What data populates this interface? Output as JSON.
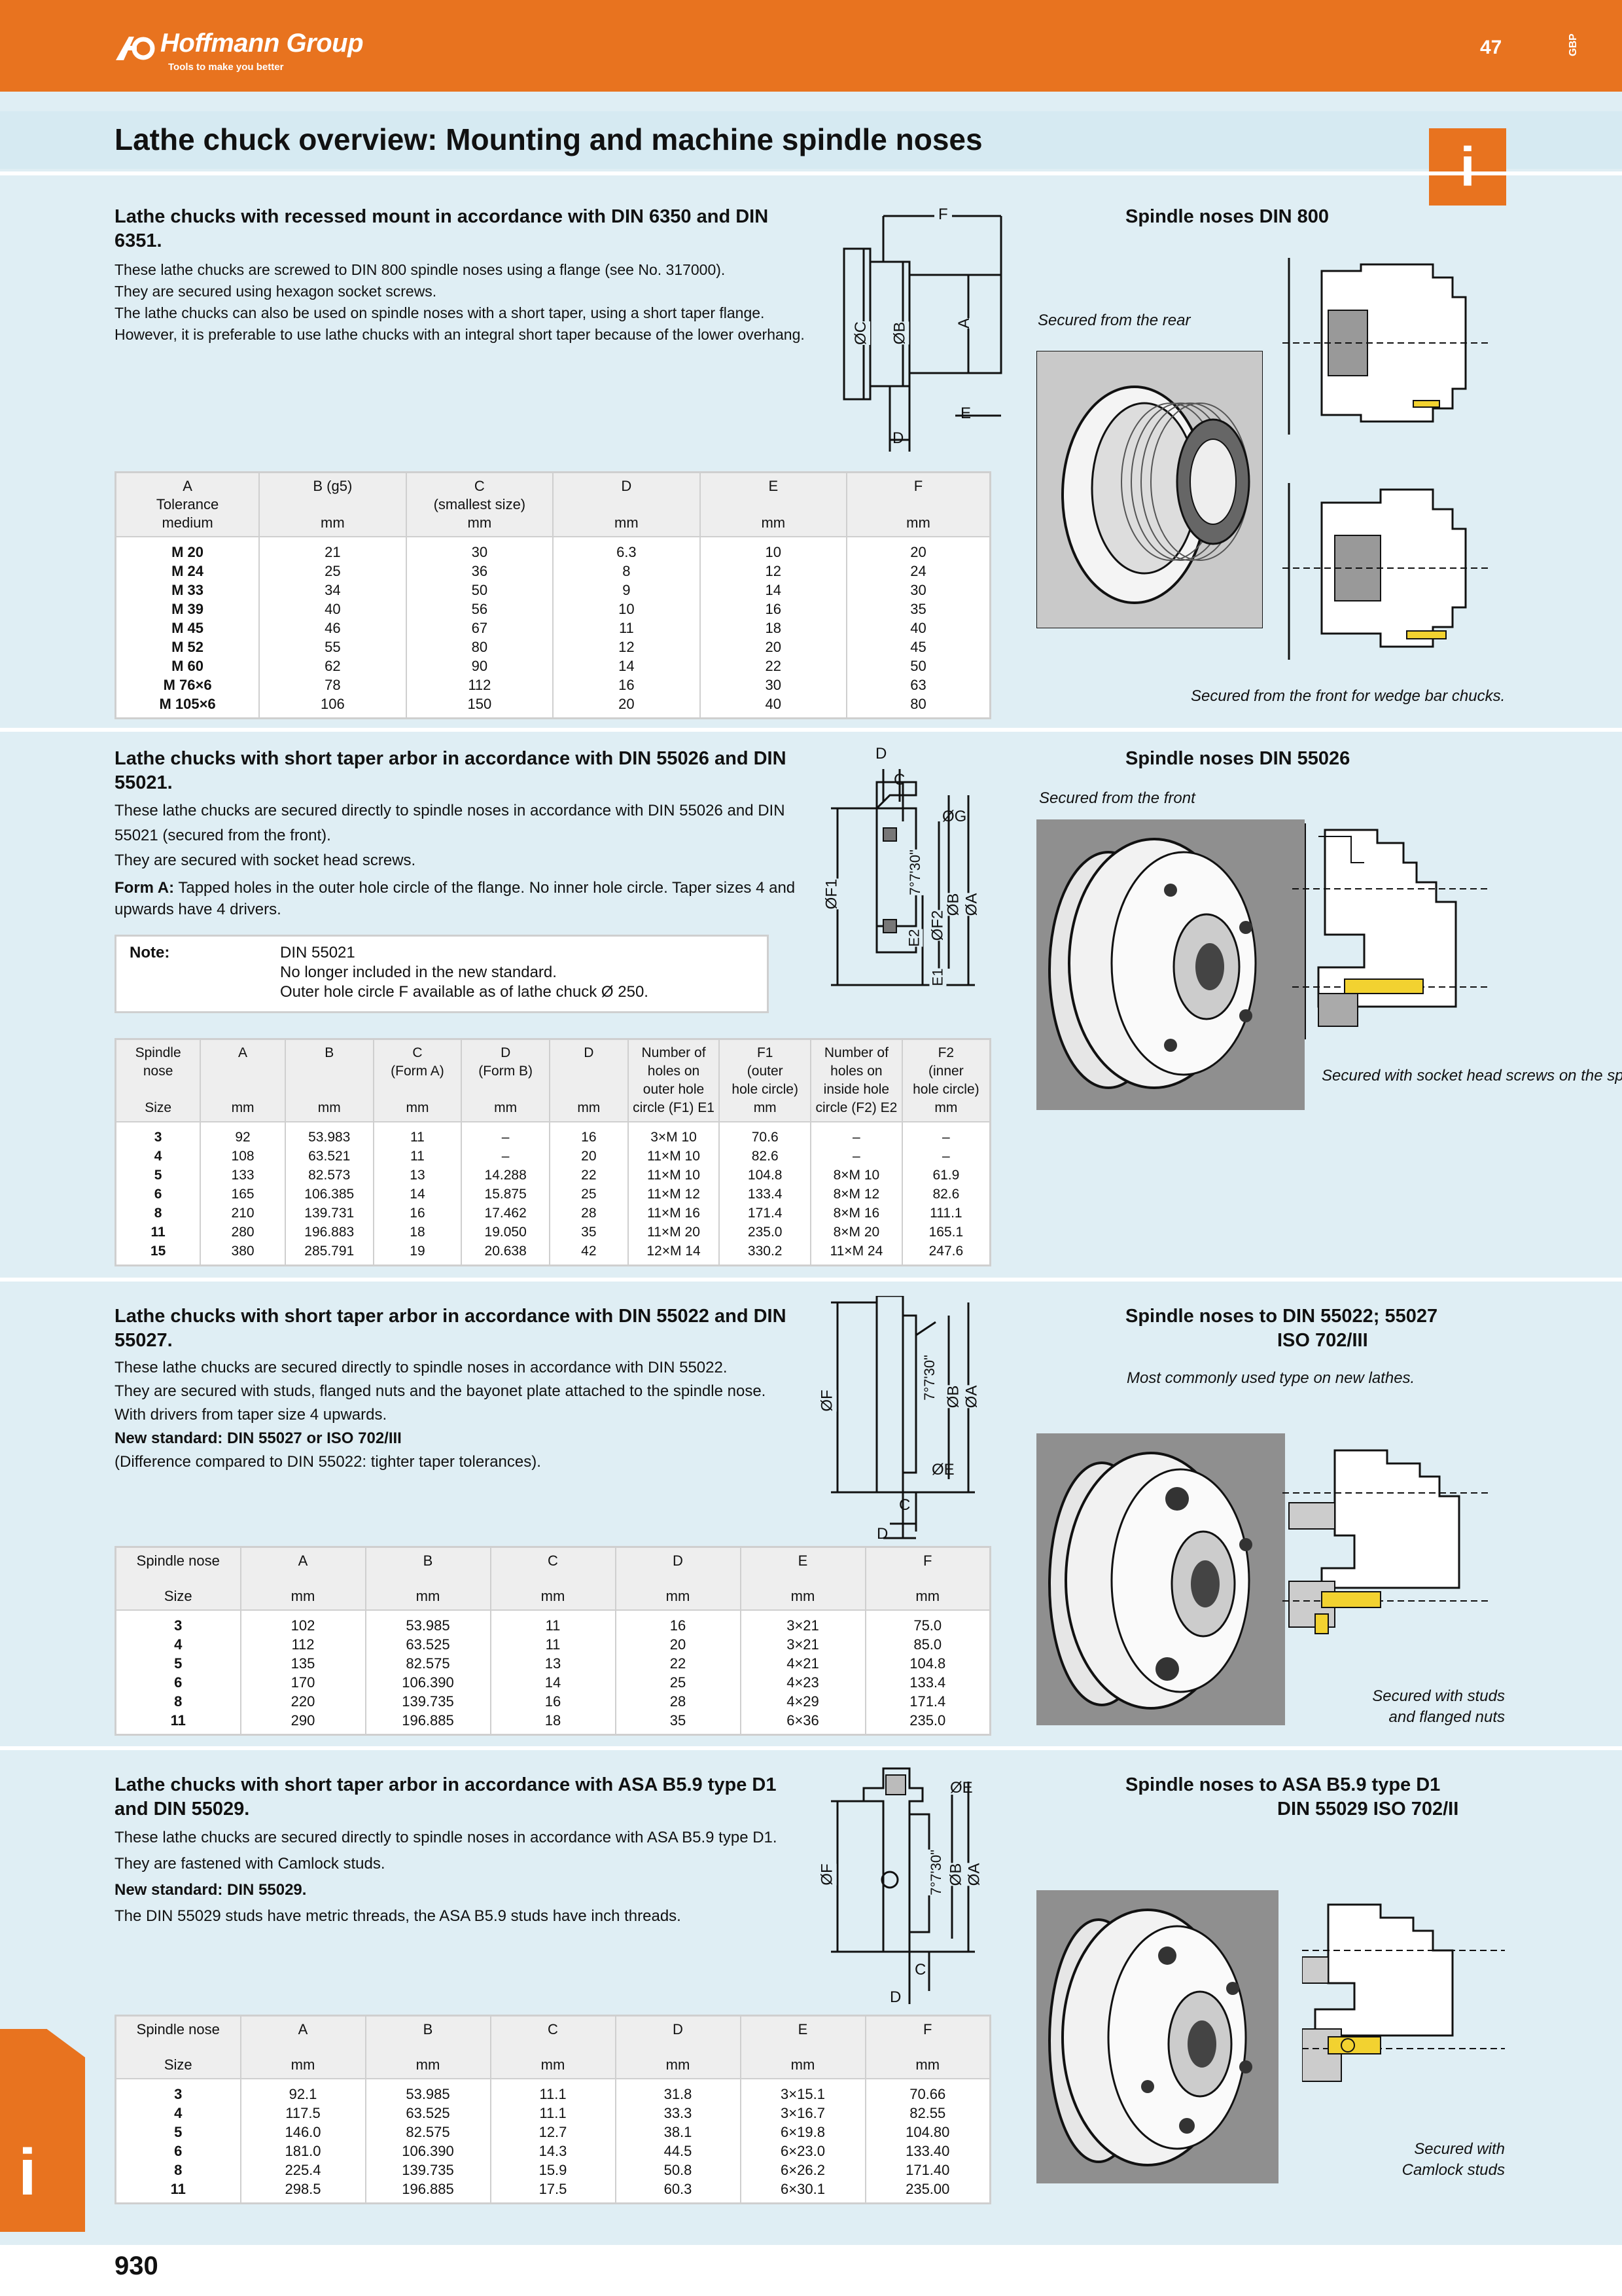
{
  "header": {
    "brand": "Hoffmann Group",
    "tagline": "Tools to make you better",
    "page_number": "47",
    "region": "GBP"
  },
  "title": "Lathe chuck overview: Mounting and machine spindle noses",
  "info_icon": "i",
  "sections": [
    {
      "heading": "Lathe chucks with recessed mount in accordance with DIN 6350 and DIN 6351.",
      "paragraphs": [
        "These lathe chucks are screwed to DIN 800 spindle noses using a flange (see No. 317000).",
        "They are secured using hexagon socket screws.",
        "The lathe chucks can also be used on spindle noses with a short taper, using a short taper flange. However, it is preferable to use lathe chucks with an integral short taper because of the lower overhang."
      ],
      "diagram_labels": [
        "F",
        "ØC",
        "ØB",
        "A",
        "E",
        "D"
      ],
      "right_heading": "Spindle noses DIN 800",
      "captions": [
        "Secured from the rear",
        "Secured from the front for wedge bar chucks."
      ],
      "table": {
        "headers": [
          [
            "A",
            "Tolerance",
            "medium"
          ],
          [
            "B (g5)",
            "",
            "mm"
          ],
          [
            "C",
            "(smallest size)",
            "mm"
          ],
          [
            "D",
            "",
            "mm"
          ],
          [
            "E",
            "",
            "mm"
          ],
          [
            "F",
            "",
            "mm"
          ]
        ],
        "rows": [
          [
            "M 20",
            "21",
            "30",
            "6.3",
            "10",
            "20"
          ],
          [
            "M 24",
            "25",
            "36",
            "8",
            "12",
            "24"
          ],
          [
            "M 33",
            "34",
            "50",
            "9",
            "14",
            "30"
          ],
          [
            "M 39",
            "40",
            "56",
            "10",
            "16",
            "35"
          ],
          [
            "M 45",
            "46",
            "67",
            "11",
            "18",
            "40"
          ],
          [
            "M 52",
            "55",
            "80",
            "12",
            "20",
            "45"
          ],
          [
            "M 60",
            "62",
            "90",
            "14",
            "22",
            "50"
          ],
          [
            "M 76×6",
            "78",
            "112",
            "16",
            "30",
            "63"
          ],
          [
            "M 105×6",
            "106",
            "150",
            "20",
            "40",
            "80"
          ]
        ]
      }
    },
    {
      "heading": "Lathe chucks with short taper arbor in accordance with DIN 55026 and DIN 55021.",
      "paragraphs": [
        "These lathe chucks are secured directly to spindle noses in accordance with DIN 55026 and DIN 55021 (secured from the front).",
        "They are secured with socket head screws."
      ],
      "form_a_label": "Form A:",
      "form_a_text": "Tapped holes in the outer hole circle of the flange. No inner hole circle. Taper sizes 4 and upwards have 4 drivers.",
      "note": {
        "label": "Note:",
        "lines": [
          "DIN 55021",
          "No longer included in the new standard.",
          "Outer hole circle F available as of lathe chuck Ø 250."
        ]
      },
      "diagram_labels": [
        "D",
        "C",
        "ØG",
        "ØF1",
        "7°7'30\"",
        "ØF2",
        "ØB",
        "ØA",
        "E2",
        "E1"
      ],
      "right_heading": "Spindle noses DIN 55026",
      "captions": [
        "Secured from the front",
        "Secured with socket head screws on the spindle nose."
      ],
      "table": {
        "headers": [
          [
            "Spindle",
            "nose",
            "",
            "Size"
          ],
          [
            "A",
            "",
            "",
            "mm"
          ],
          [
            "B",
            "",
            "",
            "mm"
          ],
          [
            "C",
            "(Form A)",
            "",
            "mm"
          ],
          [
            "D",
            "(Form B)",
            "",
            "mm"
          ],
          [
            "D",
            "",
            "",
            "mm"
          ],
          [
            "Number of",
            "holes on",
            "outer hole",
            "circle (F1) E1"
          ],
          [
            "F1",
            "(outer",
            "hole circle)",
            "mm"
          ],
          [
            "Number of",
            "holes on",
            "inside hole",
            "circle (F2) E2"
          ],
          [
            "F2",
            "(inner",
            "hole circle)",
            "mm"
          ]
        ],
        "rows": [
          [
            "3",
            "92",
            "53.983",
            "11",
            "–",
            "16",
            "3×M 10",
            "70.6",
            "–",
            "–"
          ],
          [
            "4",
            "108",
            "63.521",
            "11",
            "–",
            "20",
            "11×M 10",
            "82.6",
            "–",
            "–"
          ],
          [
            "5",
            "133",
            "82.573",
            "13",
            "14.288",
            "22",
            "11×M 10",
            "104.8",
            "8×M 10",
            "61.9"
          ],
          [
            "6",
            "165",
            "106.385",
            "14",
            "15.875",
            "25",
            "11×M 12",
            "133.4",
            "8×M 12",
            "82.6"
          ],
          [
            "8",
            "210",
            "139.731",
            "16",
            "17.462",
            "28",
            "11×M 16",
            "171.4",
            "8×M 16",
            "111.1"
          ],
          [
            "11",
            "280",
            "196.883",
            "18",
            "19.050",
            "35",
            "11×M 20",
            "235.0",
            "8×M 20",
            "165.1"
          ],
          [
            "15",
            "380",
            "285.791",
            "19",
            "20.638",
            "42",
            "12×M 14",
            "330.2",
            "11×M 24",
            "247.6"
          ]
        ]
      }
    },
    {
      "heading": "Lathe chucks with short taper arbor in accordance with DIN 55022 and DIN 55027.",
      "paragraphs": [
        "These lathe chucks are secured directly to spindle noses in accordance with DIN 55022.",
        "They are secured with studs, flanged nuts and the bayonet plate attached to the spindle nose.",
        "With drivers from taper size 4 upwards."
      ],
      "new_standard": "New standard: DIN 55027 or ISO 702/III",
      "extra": "(Difference compared to DIN 55022: tighter taper tolerances).",
      "diagram_labels": [
        "ØF",
        "7°7'30\"",
        "ØB",
        "ØA",
        "ØE",
        "C",
        "D"
      ],
      "right_heading_1": "Spindle noses to DIN 55022; 55027",
      "right_heading_2": "ISO 702/III",
      "captions": [
        "Most commonly used type on new lathes.",
        "Secured with studs",
        "and flanged nuts"
      ],
      "table": {
        "headers": [
          [
            "Spindle nose",
            "Size"
          ],
          [
            "A",
            "mm"
          ],
          [
            "B",
            "mm"
          ],
          [
            "C",
            "mm"
          ],
          [
            "D",
            "mm"
          ],
          [
            "E",
            "mm"
          ],
          [
            "F",
            "mm"
          ]
        ],
        "rows": [
          [
            "3",
            "102",
            "53.985",
            "11",
            "16",
            "3×21",
            "75.0"
          ],
          [
            "4",
            "112",
            "63.525",
            "11",
            "20",
            "3×21",
            "85.0"
          ],
          [
            "5",
            "135",
            "82.575",
            "13",
            "22",
            "4×21",
            "104.8"
          ],
          [
            "6",
            "170",
            "106.390",
            "14",
            "25",
            "4×23",
            "133.4"
          ],
          [
            "8",
            "220",
            "139.735",
            "16",
            "28",
            "4×29",
            "171.4"
          ],
          [
            "11",
            "290",
            "196.885",
            "18",
            "35",
            "6×36",
            "235.0"
          ]
        ]
      }
    },
    {
      "heading": "Lathe chucks with short taper arbor in accordance with ASA B5.9 type D1 and DIN 55029.",
      "paragraphs": [
        "These lathe chucks are secured directly to spindle noses in accordance with ASA B5.9 type D1.",
        "They are fastened with Camlock studs."
      ],
      "new_standard": "New standard: DIN 55029.",
      "extra": "The DIN 55029 studs have metric threads, the ASA B5.9 studs have inch threads.",
      "diagram_labels": [
        "ØE",
        "ØF",
        "7°7'30\"",
        "ØB",
        "ØA",
        "C",
        "D"
      ],
      "right_heading_1": "Spindle noses to ASA B5.9 type D1",
      "right_heading_2": "DIN 55029 ISO 702/II",
      "captions": [
        "Secured with",
        "Camlock studs"
      ],
      "table": {
        "headers": [
          [
            "Spindle nose",
            "Size"
          ],
          [
            "A",
            "mm"
          ],
          [
            "B",
            "mm"
          ],
          [
            "C",
            "mm"
          ],
          [
            "D",
            "mm"
          ],
          [
            "E",
            "mm"
          ],
          [
            "F",
            "mm"
          ]
        ],
        "rows": [
          [
            "3",
            "92.1",
            "53.985",
            "11.1",
            "31.8",
            "3×15.1",
            "70.66"
          ],
          [
            "4",
            "117.5",
            "63.525",
            "11.1",
            "33.3",
            "3×16.7",
            "82.55"
          ],
          [
            "5",
            "146.0",
            "82.575",
            "12.7",
            "38.1",
            "6×19.8",
            "104.80"
          ],
          [
            "6",
            "181.0",
            "106.390",
            "14.3",
            "44.5",
            "6×23.0",
            "133.40"
          ],
          [
            "8",
            "225.4",
            "139.735",
            "15.9",
            "50.8",
            "6×26.2",
            "171.40"
          ],
          [
            "11",
            "298.5",
            "196.885",
            "17.5",
            "60.3",
            "6×30.1",
            "235.00"
          ]
        ]
      }
    }
  ],
  "footer": {
    "page_number": "930",
    "corner_icon": "i"
  },
  "colors": {
    "brand_orange": "#e8731f",
    "page_background": "#dfeef4",
    "table_border": "#cfcfcf"
  }
}
